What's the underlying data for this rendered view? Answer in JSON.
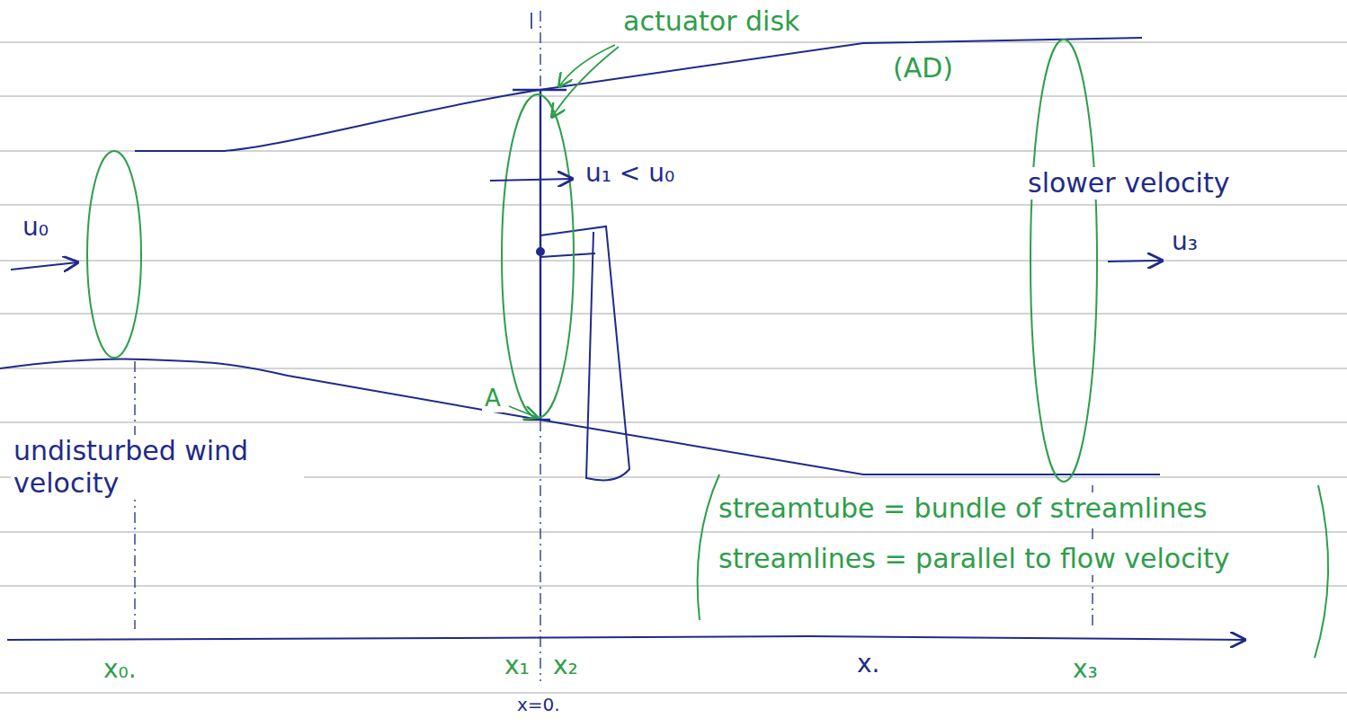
{
  "diagram": {
    "labels": [
      "actuator disk",
      "(AD)",
      "u₁ < u₀",
      "slower velocity",
      "u₀",
      "u₃",
      "A",
      "undisturbed wind velocity",
      "streamtube = bundle of streamlines",
      "streamlines = parallel to flow velocity",
      "x₀.",
      "x₁",
      "x₂",
      "x.",
      "x₃",
      "x=0."
    ]
  }
}
